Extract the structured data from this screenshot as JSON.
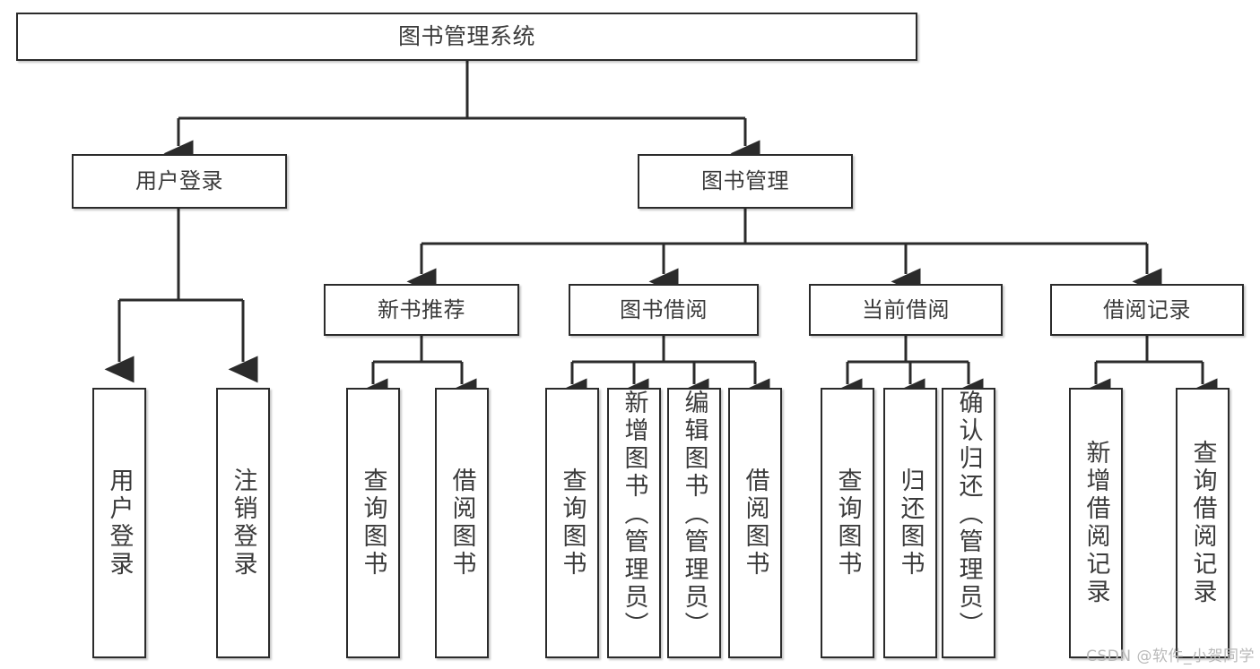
{
  "diagram": {
    "title": "图书管理系统",
    "watermark": "CSDN @软件_小贺同学",
    "colors": {
      "border": "#2b2b2b",
      "text": "#3b3b3b",
      "background": "#ffffff",
      "connector": "#2b2b2b",
      "watermark": "#b9b9b9"
    },
    "root": {
      "label": "图书管理系统"
    },
    "level2": [
      {
        "label": "用户登录"
      },
      {
        "label": "图书管理"
      }
    ],
    "level3": [
      {
        "label": "新书推荐"
      },
      {
        "label": "图书借阅"
      },
      {
        "label": "当前借阅"
      },
      {
        "label": "借阅记录"
      }
    ],
    "leaves": {
      "user_login": [
        {
          "label": "用户登录"
        },
        {
          "label": "注销登录"
        }
      ],
      "new_book": [
        {
          "label": "查询图书"
        },
        {
          "label": "借阅图书"
        }
      ],
      "book_borrow": [
        {
          "label": "查询图书"
        },
        {
          "label": "新增图书（管理员）"
        },
        {
          "label": "编辑图书（管理员）"
        },
        {
          "label": "借阅图书"
        }
      ],
      "current_borrow": [
        {
          "label": "查询图书"
        },
        {
          "label": "归还图书"
        },
        {
          "label": "确认归还（管理员）"
        }
      ],
      "borrow_record": [
        {
          "label": "新增借阅记录"
        },
        {
          "label": "查询借阅记录"
        }
      ]
    }
  }
}
